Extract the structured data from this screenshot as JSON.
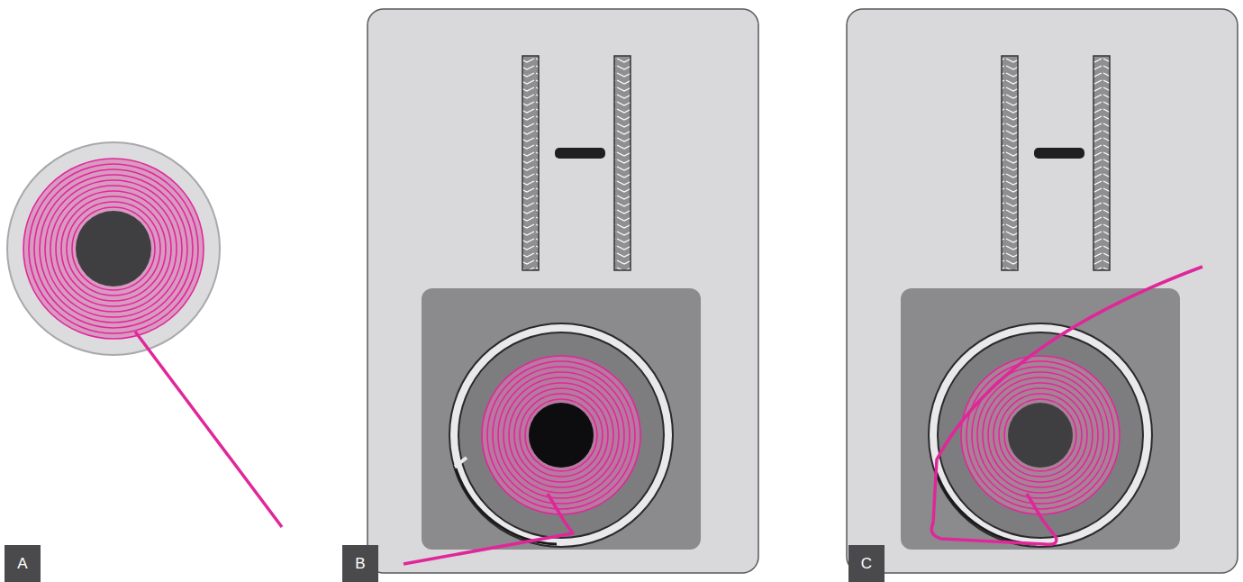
{
  "diagram": {
    "nodes": [
      {
        "text": [
          "A"
        ]
      },
      {
        "text": [
          "B"
        ]
      },
      {
        "text": [
          "C"
        ]
      }
    ]
  }
}
